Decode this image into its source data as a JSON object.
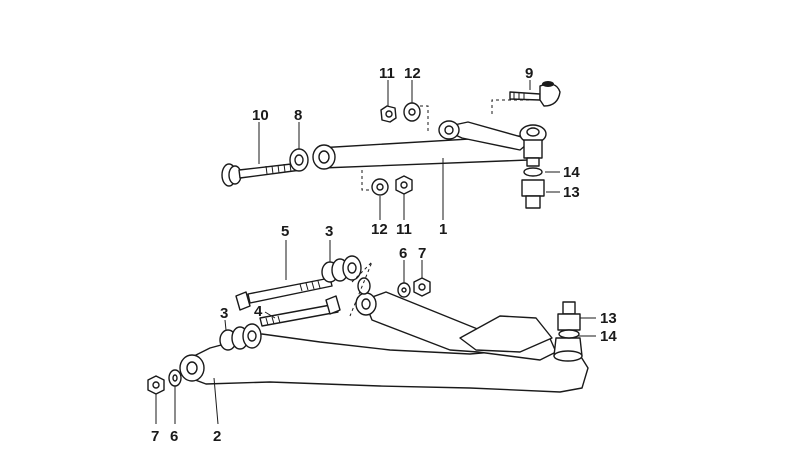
{
  "figure": {
    "callouts": [
      {
        "id": "c-10",
        "text": "10"
      },
      {
        "id": "c-8-top",
        "text": "8"
      },
      {
        "id": "c-11-top",
        "text": "11"
      },
      {
        "id": "c-12-top",
        "text": "12"
      },
      {
        "id": "c-9",
        "text": "9"
      },
      {
        "id": "c-14-top",
        "text": "14"
      },
      {
        "id": "c-13-top",
        "text": "13"
      },
      {
        "id": "c-12-mid",
        "text": "12"
      },
      {
        "id": "c-11-mid",
        "text": "11"
      },
      {
        "id": "c-1",
        "text": "1"
      },
      {
        "id": "c-5",
        "text": "5"
      },
      {
        "id": "c-3-top",
        "text": "3"
      },
      {
        "id": "c-6-top",
        "text": "6"
      },
      {
        "id": "c-7-top",
        "text": "7"
      },
      {
        "id": "c-3-left",
        "text": "3"
      },
      {
        "id": "c-4",
        "text": "4"
      },
      {
        "id": "c-13-low",
        "text": "13"
      },
      {
        "id": "c-14-low",
        "text": "14"
      },
      {
        "id": "c-7-bottom",
        "text": "7"
      },
      {
        "id": "c-6-bottom",
        "text": "6"
      },
      {
        "id": "c-2",
        "text": "2"
      }
    ]
  }
}
